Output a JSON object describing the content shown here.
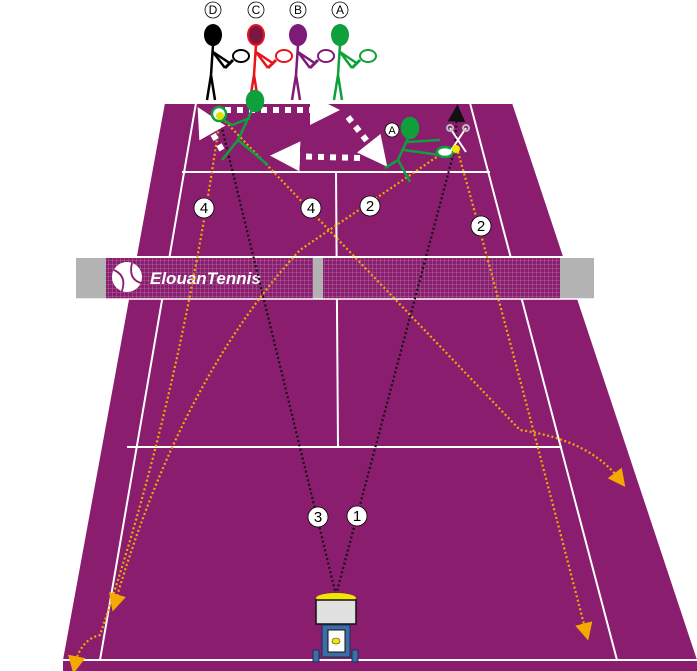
{
  "colors": {
    "court": "#8a1d6e",
    "lines": "#ffffff",
    "ball_path": "#f5a800",
    "shot_path": "#111111",
    "player_a": "#0fa03c",
    "player_b": "#7e1a78",
    "player_c": "#e8141c",
    "player_d": "#000000",
    "net_post": "#b3b3b3"
  },
  "logo": {
    "text": "ElouanTennis",
    "icon": "tennis-ball-icon"
  },
  "queue_players": [
    {
      "label": "D",
      "color": "#000000",
      "head": "#000000"
    },
    {
      "label": "C",
      "color": "#e8141c",
      "head": "#7a1640"
    },
    {
      "label": "B",
      "color": "#7e1a78",
      "head": "#7e1a78"
    },
    {
      "label": "A",
      "color": "#0fa03c",
      "head": "#0fa03c"
    }
  ],
  "court_player": {
    "label": "A"
  },
  "shot_labels": [
    "1",
    "2",
    "2",
    "3",
    "4",
    "4"
  ],
  "equipment": {
    "ball_machine": "ball-machine-icon",
    "target": "scissors-icon"
  }
}
